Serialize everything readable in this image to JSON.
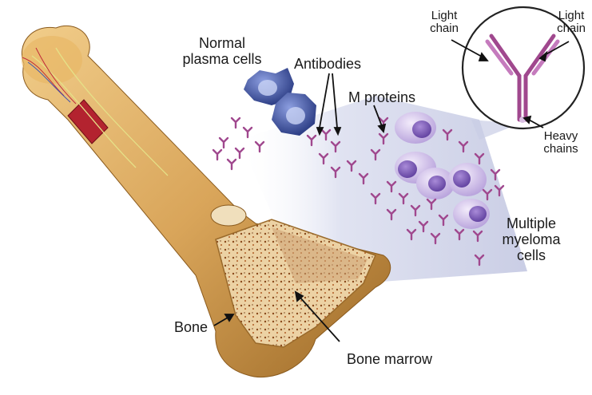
{
  "labels": {
    "normal_plasma_cells": [
      "Normal",
      "plasma cells"
    ],
    "antibodies": "Antibodies",
    "m_proteins": "M proteins",
    "light_chain_left": [
      "Light",
      "chain"
    ],
    "light_chain_right": [
      "Light",
      "chain"
    ],
    "heavy_chains": [
      "Heavy",
      "chains"
    ],
    "multiple_myeloma_cells": [
      "Multiple",
      "myeloma",
      "cells"
    ],
    "bone": "Bone",
    "bone_marrow": "Bone marrow"
  },
  "colors": {
    "bone": "#d9a55a",
    "bone_dark": "#a8742c",
    "marrow": "#e8c89a",
    "blood_vessel": "#b3232f",
    "antibody": "#a0488e",
    "normal_cell": "#3d52a0",
    "myeloma_cell": "#c9b6e4",
    "myeloma_nucleus": "#7d59b8",
    "panel": "#c9cde6",
    "callout_ring": "#222222"
  }
}
